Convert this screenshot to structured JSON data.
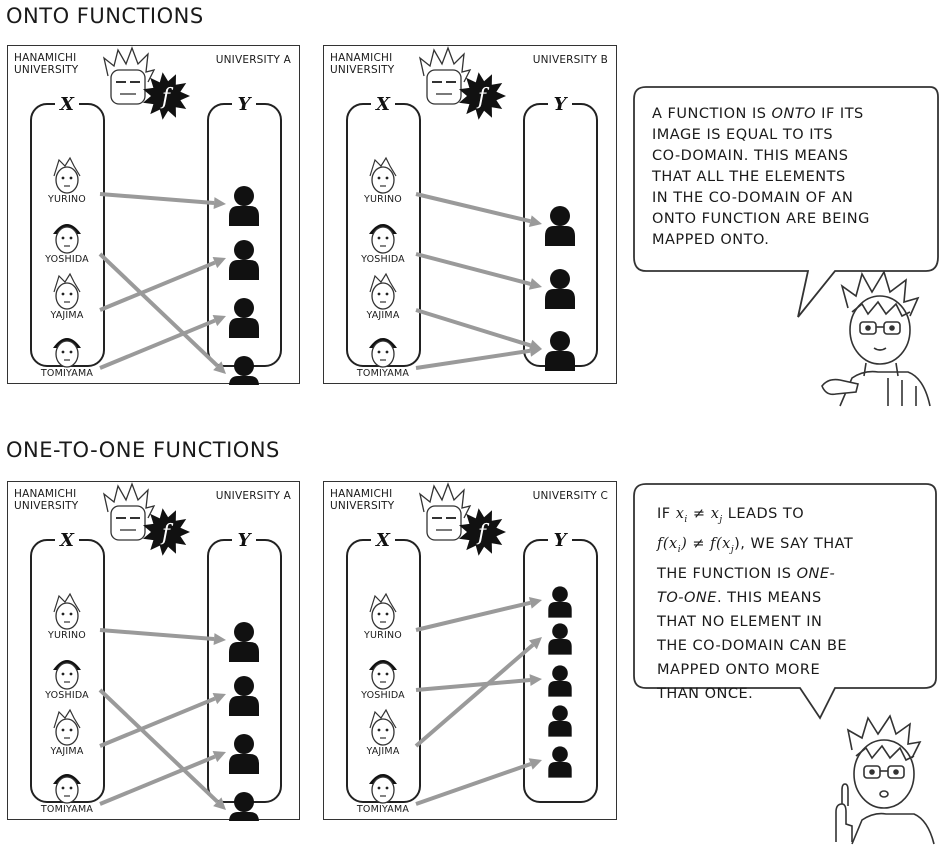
{
  "sections": [
    {
      "heading": "ONTO FUNCTIONS",
      "panels": [
        {
          "left_label": [
            "HANAMICHI",
            "UNIVERSITY"
          ],
          "right_label": "UNIVERSITY A",
          "set_x": "X",
          "set_y": "Y",
          "function_symbol": "f",
          "domain_names": [
            "YURINO",
            "YOSHIDA",
            "YAJIMA",
            "TOMIYAMA"
          ],
          "codomain_count": 4,
          "mapping": [
            0,
            3,
            1,
            2
          ]
        },
        {
          "left_label": [
            "HANAMICHI",
            "UNIVERSITY"
          ],
          "right_label": "UNIVERSITY B",
          "set_x": "X",
          "set_y": "Y",
          "function_symbol": "f",
          "domain_names": [
            "YURINO",
            "YOSHIDA",
            "YAJIMA",
            "TOMIYAMA"
          ],
          "codomain_count": 3,
          "mapping": [
            0,
            1,
            2,
            2
          ]
        }
      ],
      "bubble": [
        "A FUNCTION IS ",
        "ONTO",
        " IF ITS",
        "IMAGE IS EQUAL TO ITS",
        "CO-DOMAIN. THIS MEANS",
        "THAT ALL THE ELEMENTS",
        "IN THE CO-DOMAIN OF AN",
        "ONTO FUNCTION ARE BEING",
        "MAPPED ONTO."
      ]
    },
    {
      "heading": "ONE-TO-ONE FUNCTIONS",
      "panels": [
        {
          "left_label": [
            "HANAMICHI",
            "UNIVERSITY"
          ],
          "right_label": "UNIVERSITY A",
          "set_x": "X",
          "set_y": "Y",
          "function_symbol": "f",
          "domain_names": [
            "YURINO",
            "YOSHIDA",
            "YAJIMA",
            "TOMIYAMA"
          ],
          "codomain_count": 4,
          "mapping": [
            0,
            3,
            1,
            2
          ]
        },
        {
          "left_label": [
            "HANAMICHI",
            "UNIVERSITY"
          ],
          "right_label": "UNIVERSITY C",
          "set_x": "X",
          "set_y": "Y",
          "function_symbol": "f",
          "domain_names": [
            "YURINO",
            "YOSHIDA",
            "YAJIMA",
            "TOMIYAMA"
          ],
          "codomain_count": 5,
          "mapping": [
            0,
            2,
            1,
            4
          ]
        }
      ],
      "bubble": [
        "IF ",
        "x",
        "i",
        " ≠ ",
        "x",
        "j",
        " LEADS TO",
        "f(x",
        "i",
        ") ≠ f(x",
        "j",
        "), WE SAY THAT",
        "THE FUNCTION IS ",
        "ONE-",
        "TO-ONE",
        ". THIS MEANS",
        "THAT NO ELEMENT IN",
        "THE CO-DOMAIN CAN BE",
        "MAPPED ONTO MORE",
        "THAN ONCE."
      ]
    }
  ]
}
